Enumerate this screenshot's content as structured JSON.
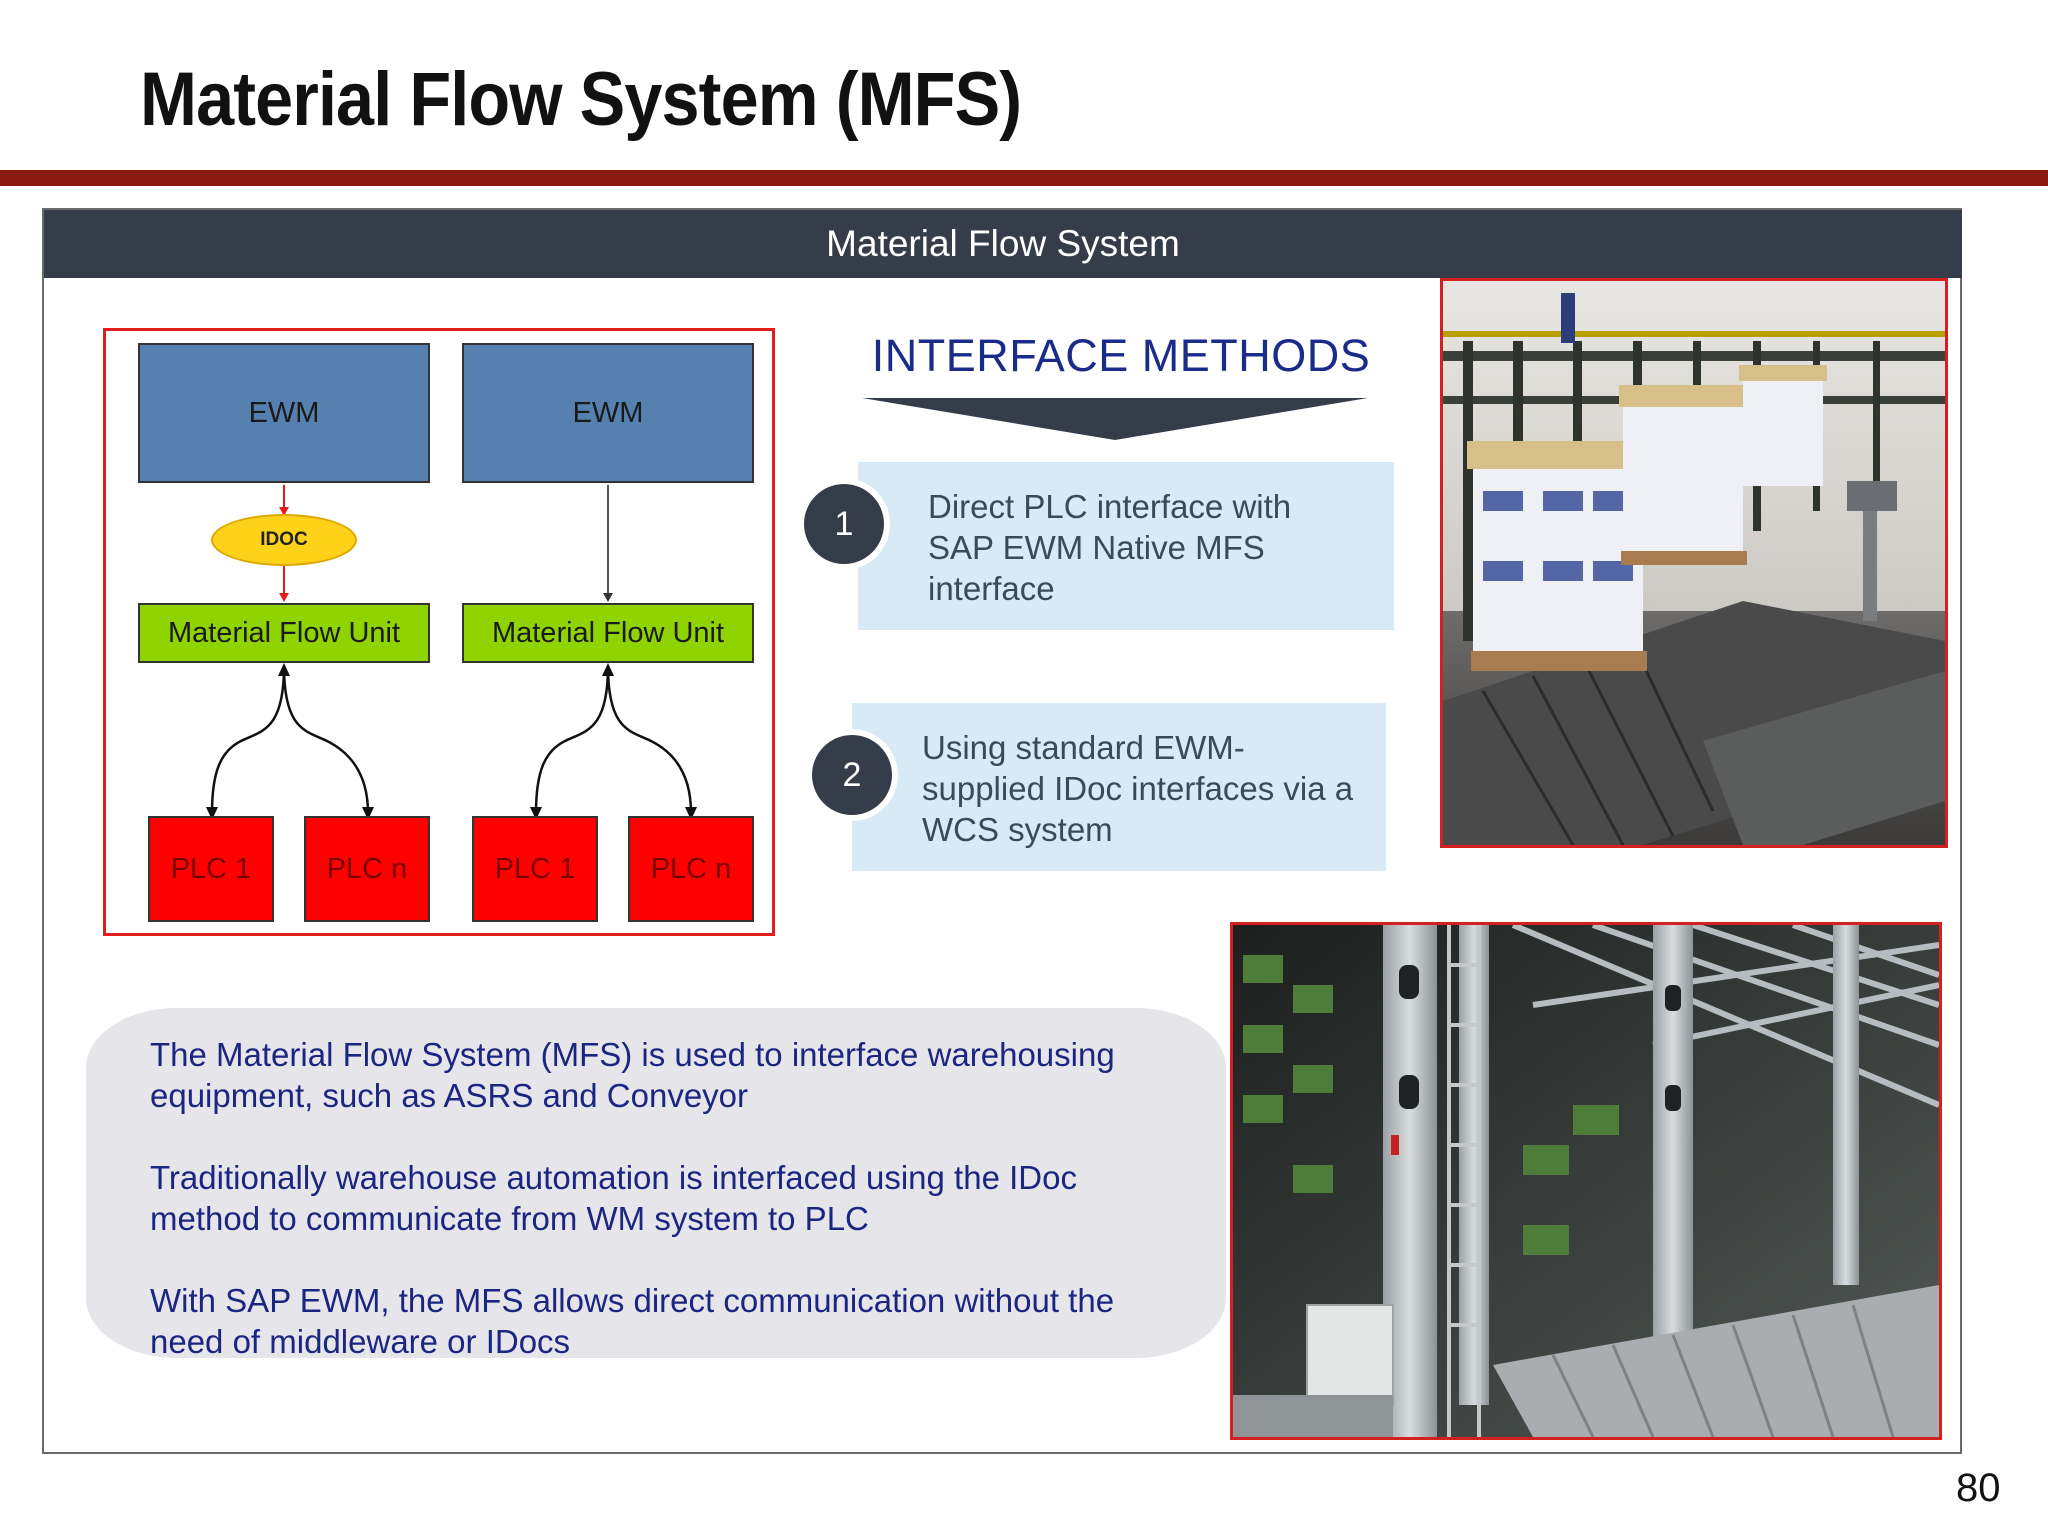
{
  "slide": {
    "title": "Material Flow System (MFS)",
    "page_number": "80"
  },
  "panel": {
    "header": "Material Flow System"
  },
  "diagram": {
    "left": {
      "top_label": "EWM",
      "via_label": "IDOC",
      "unit_label": "Material Flow Unit",
      "plc_labels": [
        "PLC 1",
        "PLC n"
      ]
    },
    "right": {
      "top_label": "EWM",
      "unit_label": "Material Flow Unit",
      "plc_labels": [
        "PLC 1",
        "PLC n"
      ]
    }
  },
  "interface_methods": {
    "title": "INTERFACE METHODS",
    "methods": [
      {
        "number": "1",
        "lines": [
          "Direct PLC interface with",
          "SAP EWM Native MFS",
          "interface"
        ]
      },
      {
        "number": "2",
        "lines": [
          "Using standard EWM-",
          "supplied IDoc interfaces via a",
          "WCS system"
        ]
      }
    ]
  },
  "description": {
    "paragraphs": [
      [
        "The Material Flow System (MFS) is used to interface warehousing",
        "equipment, such as ASRS and Conveyor"
      ],
      [
        "Traditionally warehouse automation is interfaced using the IDoc",
        "method to communicate from WM system to PLC"
      ],
      [
        "With SAP EWM, the MFS allows direct communication without the",
        "need of middleware or IDocs"
      ]
    ]
  },
  "photos": {
    "conveyor_label": "",
    "asrs_label": ""
  },
  "colors": {
    "title_rule": "#8b1b12",
    "header_bar": "#353d4b",
    "ewm_box": "#5580b0",
    "mfu_box": "#8fd400",
    "plc_box": "#ff0000",
    "idoc_ellipse": "#ffd21a",
    "method_card": "#d7eaf5",
    "frame_red": "#e21d1d"
  }
}
